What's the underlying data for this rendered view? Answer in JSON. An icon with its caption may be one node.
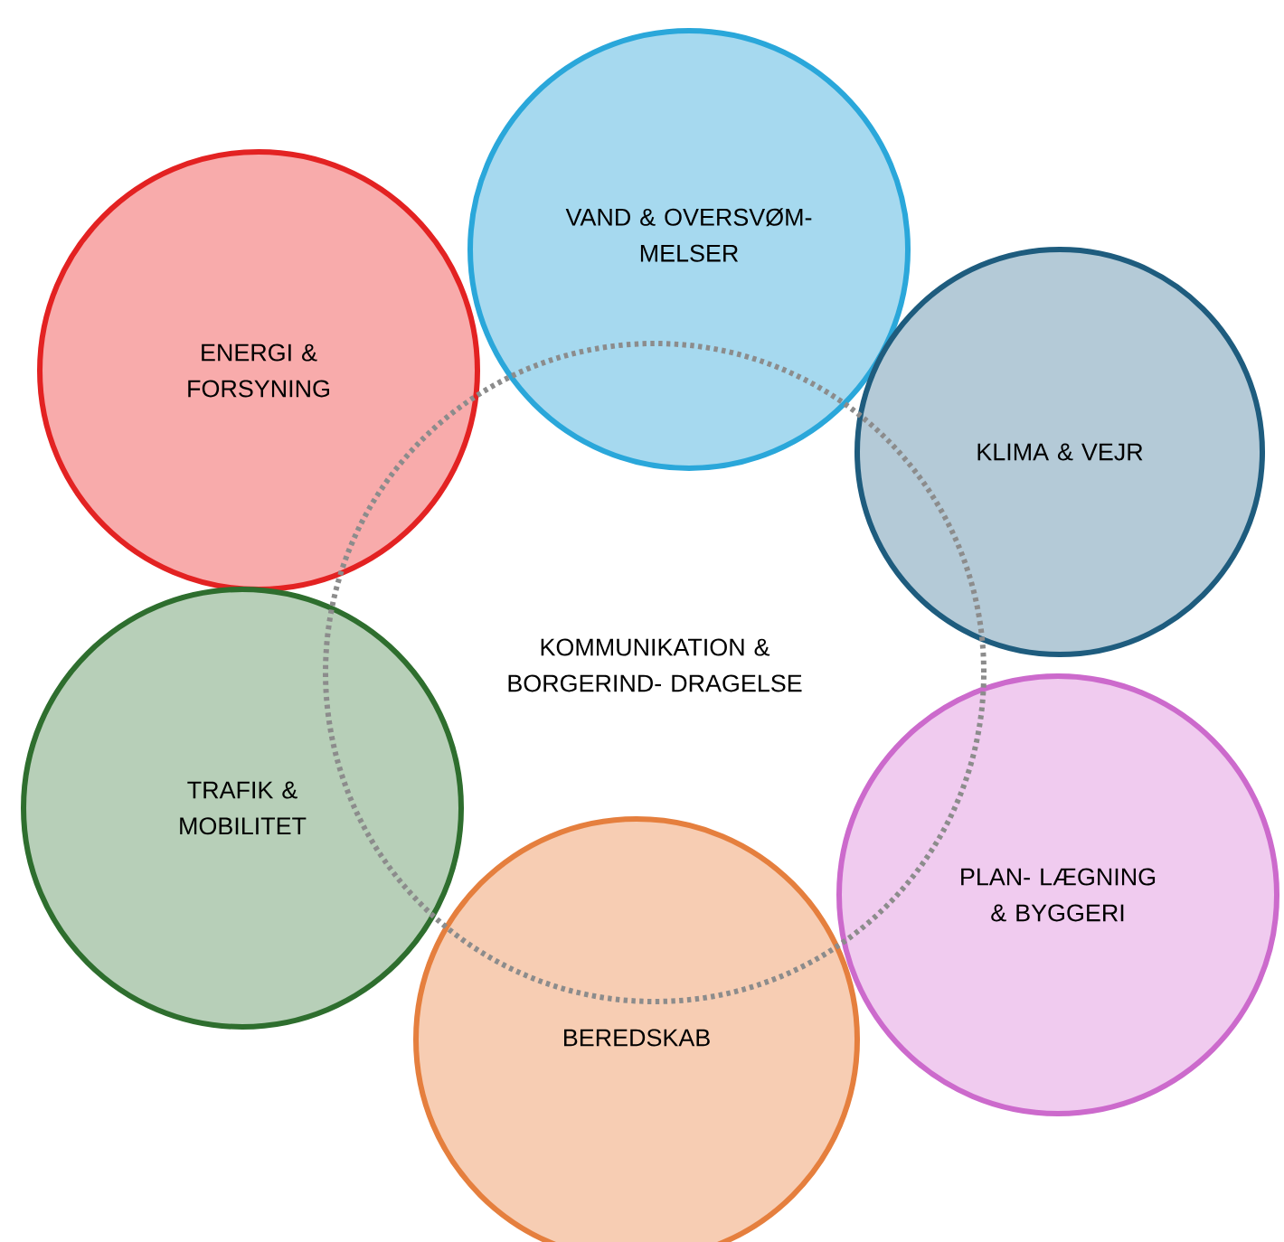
{
  "diagram": {
    "nodes": [
      {
        "text": [
          "VAND & OVERSVØM- MELSER"
        ]
      },
      {
        "text": [
          "ENERGI & FORSYNING"
        ]
      },
      {
        "text": [
          "KLIMA & VEJR"
        ]
      },
      {
        "text": [
          "KOMMUNIKATION & BORGERIND- DRAGELSE"
        ]
      },
      {
        "text": [
          "TRAFIK & MOBILITET"
        ]
      },
      {
        "text": [
          "PLAN- LÆGNING & BYGGERI"
        ]
      },
      {
        "text": [
          "BEREDSKAB"
        ]
      }
    ]
  }
}
